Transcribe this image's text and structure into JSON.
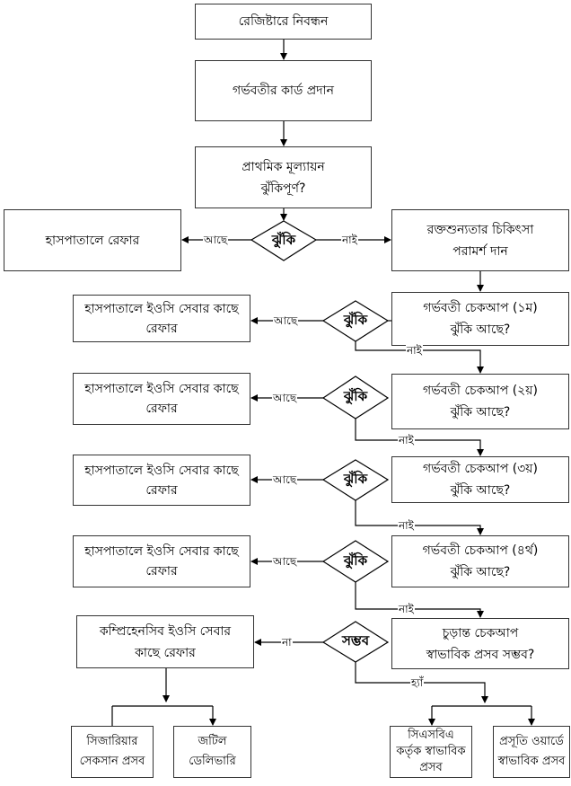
{
  "steps": {
    "registration": "রেজিষ্টারে নিবন্ধন",
    "card": "গর্ভবতীর কার্ড প্রদান",
    "initial_line1": "প্রাথমিক মূল্যায়ন",
    "initial_line2": "ঝুঁকিপূর্ণ?",
    "hospital_refer": "হাসপাতালে রেফার",
    "anemia_line1": "রক্তশুন্যতার চিকিৎসা",
    "anemia_line2": "পরামর্শ দান",
    "checkups": [
      {
        "line1": "গর্ভবতী চেকআপ (১ম)",
        "line2": "ঝুঁকি আছে?"
      },
      {
        "line1": "গর্ভবতী চেকআপ (২য়)",
        "line2": "ঝুঁকি আছে?"
      },
      {
        "line1": "গর্ভবতী চেকআপ (৩য়)",
        "line2": "ঝুঁকি আছে?"
      },
      {
        "line1": "গর্ভবতী চেকআপ (৪র্থ)",
        "line2": "ঝুঁকি আছে?"
      }
    ],
    "eoc_refer_line1": "হাসপাতালে ইওসি সেবার কাছে",
    "eoc_refer_line2": "রেফার",
    "final_line1": "চুড়ান্ত চেকআপ",
    "final_line2": "স্বাভাবিক প্রসব সম্ভব?",
    "ceoc_line1": "কম্প্রিহেনসিব ইওসি সেবার",
    "ceoc_line2": "কাছে রেফার",
    "cesarean_line1": "সিজারিয়ার",
    "cesarean_line2": "সেকসান প্রসব",
    "complex_line1": "জটিল",
    "complex_line2": "ডেলিভারি",
    "csba_line1": "সিএসবিএ",
    "csba_line2": "কর্তৃক স্বাভাবিক",
    "csba_line3": "প্রসব",
    "ward_line1": "প্রসূতি ওয়ার্ডে",
    "ward_line2": "স্বাভাবিক প্রসব"
  },
  "decisions": {
    "risk": "ঝুঁকি",
    "possible": "সম্ভব"
  },
  "edge_labels": {
    "yes_risk": "আছে",
    "no_risk": "নাই",
    "no": "না",
    "yes": "হ্যাঁ"
  }
}
